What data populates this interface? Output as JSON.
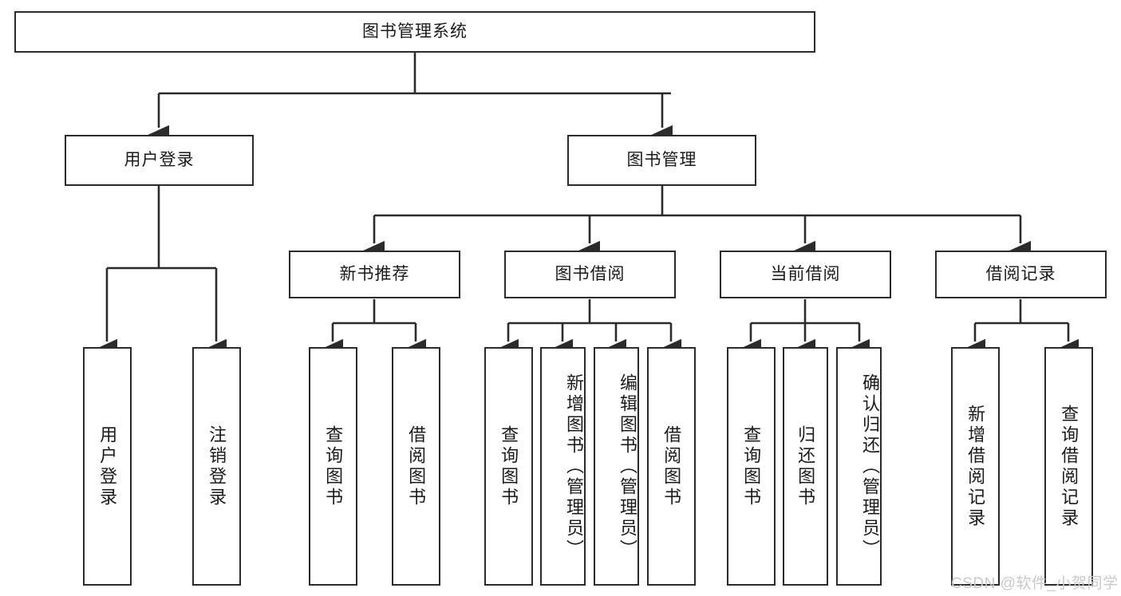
{
  "diagram": {
    "type": "tree-hierarchy",
    "title": "图书管理系统",
    "watermark": "CSDN @软件_小贺同学",
    "colors": {
      "stroke": "#2b2b2b",
      "fill": "#ffffff",
      "text": "#1a1a1a",
      "watermark": "#c9c9c9"
    },
    "levels": {
      "root": {
        "label": "图书管理系统"
      },
      "level2": [
        {
          "id": "user-login",
          "label": "用户登录"
        },
        {
          "id": "book-manage",
          "label": "图书管理"
        }
      ],
      "level3": [
        {
          "id": "new-book-recommend",
          "label": "新书推荐"
        },
        {
          "id": "book-borrow",
          "label": "图书借阅"
        },
        {
          "id": "current-borrow",
          "label": "当前借阅"
        },
        {
          "id": "borrow-record",
          "label": "借阅记录"
        }
      ],
      "leaves": [
        {
          "id": "leaf-user-login",
          "label": "用户登录",
          "parent": "user-login",
          "align": "center"
        },
        {
          "id": "leaf-logout",
          "label": "注销登录",
          "parent": "user-login",
          "align": "center"
        },
        {
          "id": "leaf-query-book-1",
          "label": "查询图书",
          "parent": "new-book-recommend",
          "align": "center"
        },
        {
          "id": "leaf-borrow-book-1",
          "label": "借阅图书",
          "parent": "new-book-recommend",
          "align": "center"
        },
        {
          "id": "leaf-query-book-2",
          "label": "查询图书",
          "parent": "book-borrow",
          "align": "center"
        },
        {
          "id": "leaf-add-book",
          "label": "新增图书（管理员）",
          "parent": "book-borrow",
          "align": "top"
        },
        {
          "id": "leaf-edit-book",
          "label": "编辑图书（管理员）",
          "parent": "book-borrow",
          "align": "top"
        },
        {
          "id": "leaf-borrow-book-2",
          "label": "借阅图书",
          "parent": "book-borrow",
          "align": "center"
        },
        {
          "id": "leaf-query-book-3",
          "label": "查询图书",
          "parent": "current-borrow",
          "align": "center"
        },
        {
          "id": "leaf-return-book",
          "label": "归还图书",
          "parent": "current-borrow",
          "align": "center"
        },
        {
          "id": "leaf-confirm-return",
          "label": "确认归还（管理员）",
          "parent": "current-borrow",
          "align": "top"
        },
        {
          "id": "leaf-add-record",
          "label": "新增借阅记录",
          "parent": "borrow-record",
          "align": "center"
        },
        {
          "id": "leaf-query-record",
          "label": "查询借阅记录",
          "parent": "borrow-record",
          "align": "center"
        }
      ]
    }
  }
}
